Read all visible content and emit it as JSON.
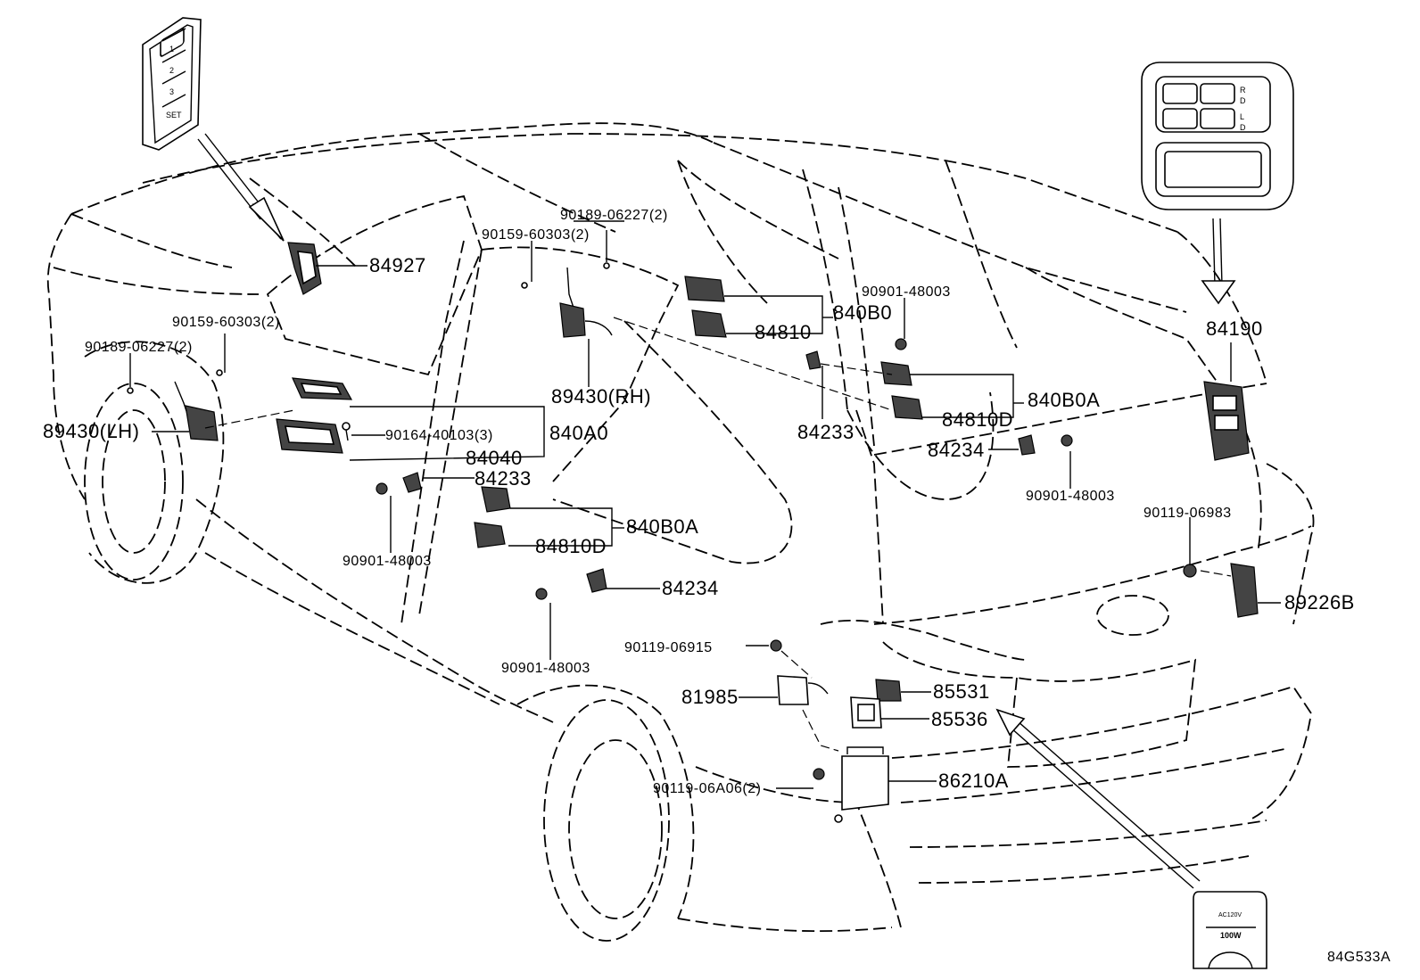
{
  "diagram_id": "84G533A",
  "callouts": [
    {
      "id": "c84927",
      "text": "84927"
    },
    {
      "id": "c90189_top",
      "text": "90189-06227(2)"
    },
    {
      "id": "c90159_top",
      "text": "90159-60303(2)"
    },
    {
      "id": "c90159_left",
      "text": "90159-60303(2)"
    },
    {
      "id": "c90189_left",
      "text": "90189-06227(2)"
    },
    {
      "id": "c89430lh",
      "text": "89430(LH)"
    },
    {
      "id": "c89430rh",
      "text": "89430(RH)"
    },
    {
      "id": "c90164",
      "text": "90164-40103(3)"
    },
    {
      "id": "c840a0",
      "text": "840A0"
    },
    {
      "id": "c84040",
      "text": "84040"
    },
    {
      "id": "c84233_left",
      "text": "84233"
    },
    {
      "id": "c840b0a_left",
      "text": "840B0A"
    },
    {
      "id": "c84810d_left",
      "text": "84810D"
    },
    {
      "id": "c90901_left",
      "text": "90901-48003"
    },
    {
      "id": "c84234_mid",
      "text": "84234"
    },
    {
      "id": "c90901_mid",
      "text": "90901-48003"
    },
    {
      "id": "c840b0",
      "text": "840B0"
    },
    {
      "id": "c84810",
      "text": "84810"
    },
    {
      "id": "c90901_top",
      "text": "90901-48003"
    },
    {
      "id": "c84233_mid",
      "text": "84233"
    },
    {
      "id": "c840b0a_right",
      "text": "840B0A"
    },
    {
      "id": "c84810d_right",
      "text": "84810D"
    },
    {
      "id": "c84234_right",
      "text": "84234"
    },
    {
      "id": "c90901_right",
      "text": "90901-48003"
    },
    {
      "id": "c84190",
      "text": "84190"
    },
    {
      "id": "c90119_06983",
      "text": "90119-06983"
    },
    {
      "id": "c89226b",
      "text": "89226B"
    },
    {
      "id": "c90119_06915",
      "text": "90119-06915"
    },
    {
      "id": "c81985",
      "text": "81985"
    },
    {
      "id": "c85531",
      "text": "85531"
    },
    {
      "id": "c85536",
      "text": "85536"
    },
    {
      "id": "c90119_06a06",
      "text": "90119-06A06(2)"
    },
    {
      "id": "c86210a",
      "text": "86210A"
    }
  ],
  "inset_memory": {
    "buttons": [
      "1",
      "2",
      "3",
      "SET"
    ]
  },
  "inset_switch": {
    "labels": [
      "R",
      "D",
      "L",
      "D"
    ]
  },
  "inset_outlet": {
    "text1": "AC120V",
    "text2": "100W"
  },
  "icons": [
    "arrow-to-memory-switch",
    "arrow-to-seat-switch",
    "arrow-to-power-outlet"
  ]
}
